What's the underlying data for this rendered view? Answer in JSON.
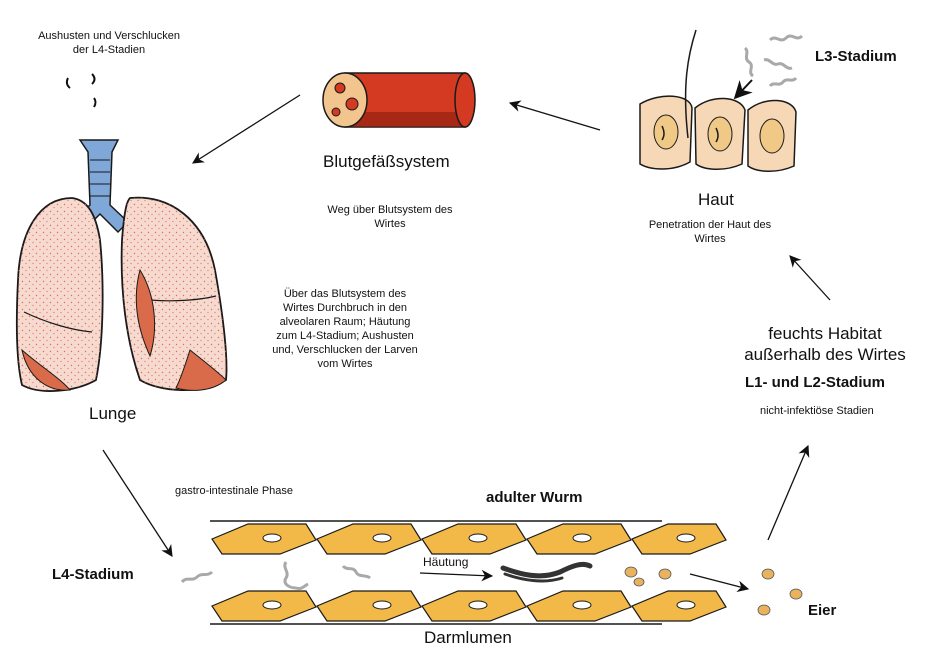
{
  "labels": {
    "cough_l4": [
      "Aushusten und Verschlucken",
      "der L4-Stadien"
    ],
    "blood_system": "Blutgefäßsystem",
    "blood_route": [
      "Weg über Blutsystem des",
      "Wirtes"
    ],
    "l3_stage": "L3-Stadium",
    "skin": "Haut",
    "skin_penetration": [
      "Penetration der Haut des",
      "Wirtes"
    ],
    "lung_process": [
      "Über das Blutsystem des",
      "Wirtes Durchbruch in den",
      "alveolaren Raum; Häutung",
      "zum L4-Stadium; Aushusten",
      "und, Verschlucken der Larven",
      "vom Wirtes"
    ],
    "lung": "Lunge",
    "moist_habitat": [
      "feuchts Habitat",
      "außerhalb des Wirtes"
    ],
    "l1_l2_stage": "L1- und L2-Stadium",
    "non_infective": "nicht-infektiöse Stadien",
    "gi_phase": "gastro-intestinale Phase",
    "adult_worm": "adulter Wurm",
    "l4_stage": "L4-Stadium",
    "molting": "Häutung",
    "eggs": "Eier",
    "gut_lumen": "Darmlumen"
  },
  "colors": {
    "lung_fill": "#f6d9cf",
    "lung_dots": "#e07058",
    "lung_dark": "#d96a4a",
    "trachea": "#7fa8d8",
    "vessel": "#d43a22",
    "vessel_dark": "#8e1e10",
    "vessel_end": "#f3c58e",
    "skin_cell": "#f7d8b6",
    "skin_nucleus": "#f1c987",
    "gut_cell": "#f2b948",
    "worm_gray": "#a9a9a9",
    "adult_worm": "#333333",
    "egg": "#e9b25e"
  }
}
